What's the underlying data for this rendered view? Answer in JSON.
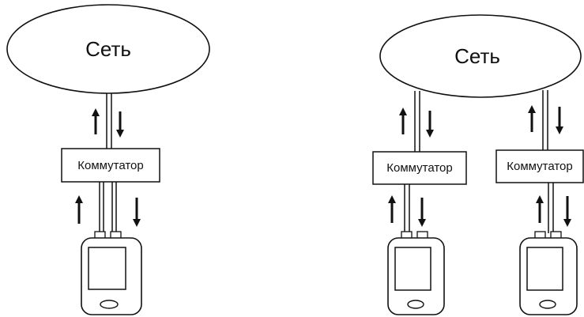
{
  "left": {
    "network": {
      "label": "Сеть"
    },
    "switch": {
      "label": "Коммутатор"
    }
  },
  "right": {
    "network": {
      "label": "Сеть"
    },
    "switch_a": {
      "label": "Коммутатор"
    },
    "switch_b": {
      "label": "Коммутатор"
    }
  },
  "colors": {
    "stroke": "#111111",
    "background": "#ffffff"
  }
}
